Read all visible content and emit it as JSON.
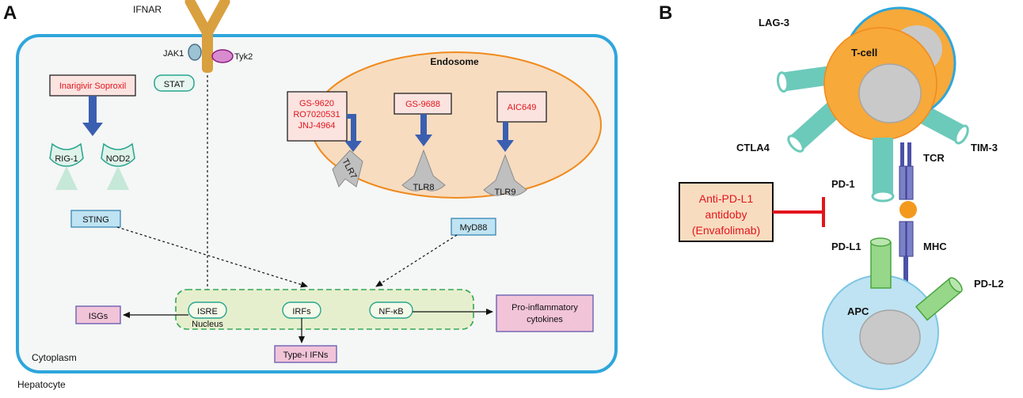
{
  "panel_a": {
    "panel_label": "A",
    "receptor_label": "IFNAR",
    "jak1": "JAK1",
    "tyk2": "Tyk2",
    "stat": "STAT",
    "endosome_title": "Endosome",
    "drug_inarigivir": "Inarigivir Soproxil",
    "drug_gs9620": "GS-9620",
    "drug_ro7020531": "RO7020531",
    "drug_jnj4964": "JNJ-4964",
    "drug_gs9688": "GS-9688",
    "drug_aic649": "AIC649",
    "tlr7": "TLR7",
    "tlr8": "TLR8",
    "tlr9": "TLR9",
    "rig1": "RIG-1",
    "nod2": "NOD2",
    "sting": "STING",
    "myd88": "MyD88",
    "isre": "ISRE",
    "nucleus": "Nucleus",
    "irfs": "IRFs",
    "nfkb": "NF-κB",
    "isgs": "ISGs",
    "proinflammatory_line1": "Pro-inflammatory",
    "proinflammatory_line2": "cytokines",
    "type1_ifns": "Type-I IFNs",
    "cytoplasm": "Cytoplasm",
    "hepatocyte": "Hepatocyte"
  },
  "panel_b": {
    "panel_label": "B",
    "lag3": "LAG-3",
    "tcell": "T-cell",
    "ctla4": "CTLA4",
    "tim3": "TIM-3",
    "tcr": "TCR",
    "pd1": "PD-1",
    "antibody_line1": "Anti-PD-L1",
    "antibody_line2": "antidoby",
    "antibody_line3": "(Envafolimab)",
    "pdl1": "PD-L1",
    "mhc": "MHC",
    "pdl2": "PD-L2",
    "apc": "APC"
  },
  "colors": {
    "drug_text": "#e3151c",
    "cell_border": "#2ea6dc",
    "endosome_fill": "#f7dcc0",
    "endosome_border": "#f08a1c",
    "arrow_blue": "#3b5fb0",
    "receptor_gold": "#d9a040",
    "tcell_orange": "#f7a93a",
    "apc_blue": "#bfe3f2",
    "checkpoint_teal": "#6ccabb",
    "pdl_green": "#97d78a",
    "tcr_purple": "#7b80c8",
    "nucleus_green": "#e6efcd",
    "output_pink": "#f2c4d8"
  }
}
